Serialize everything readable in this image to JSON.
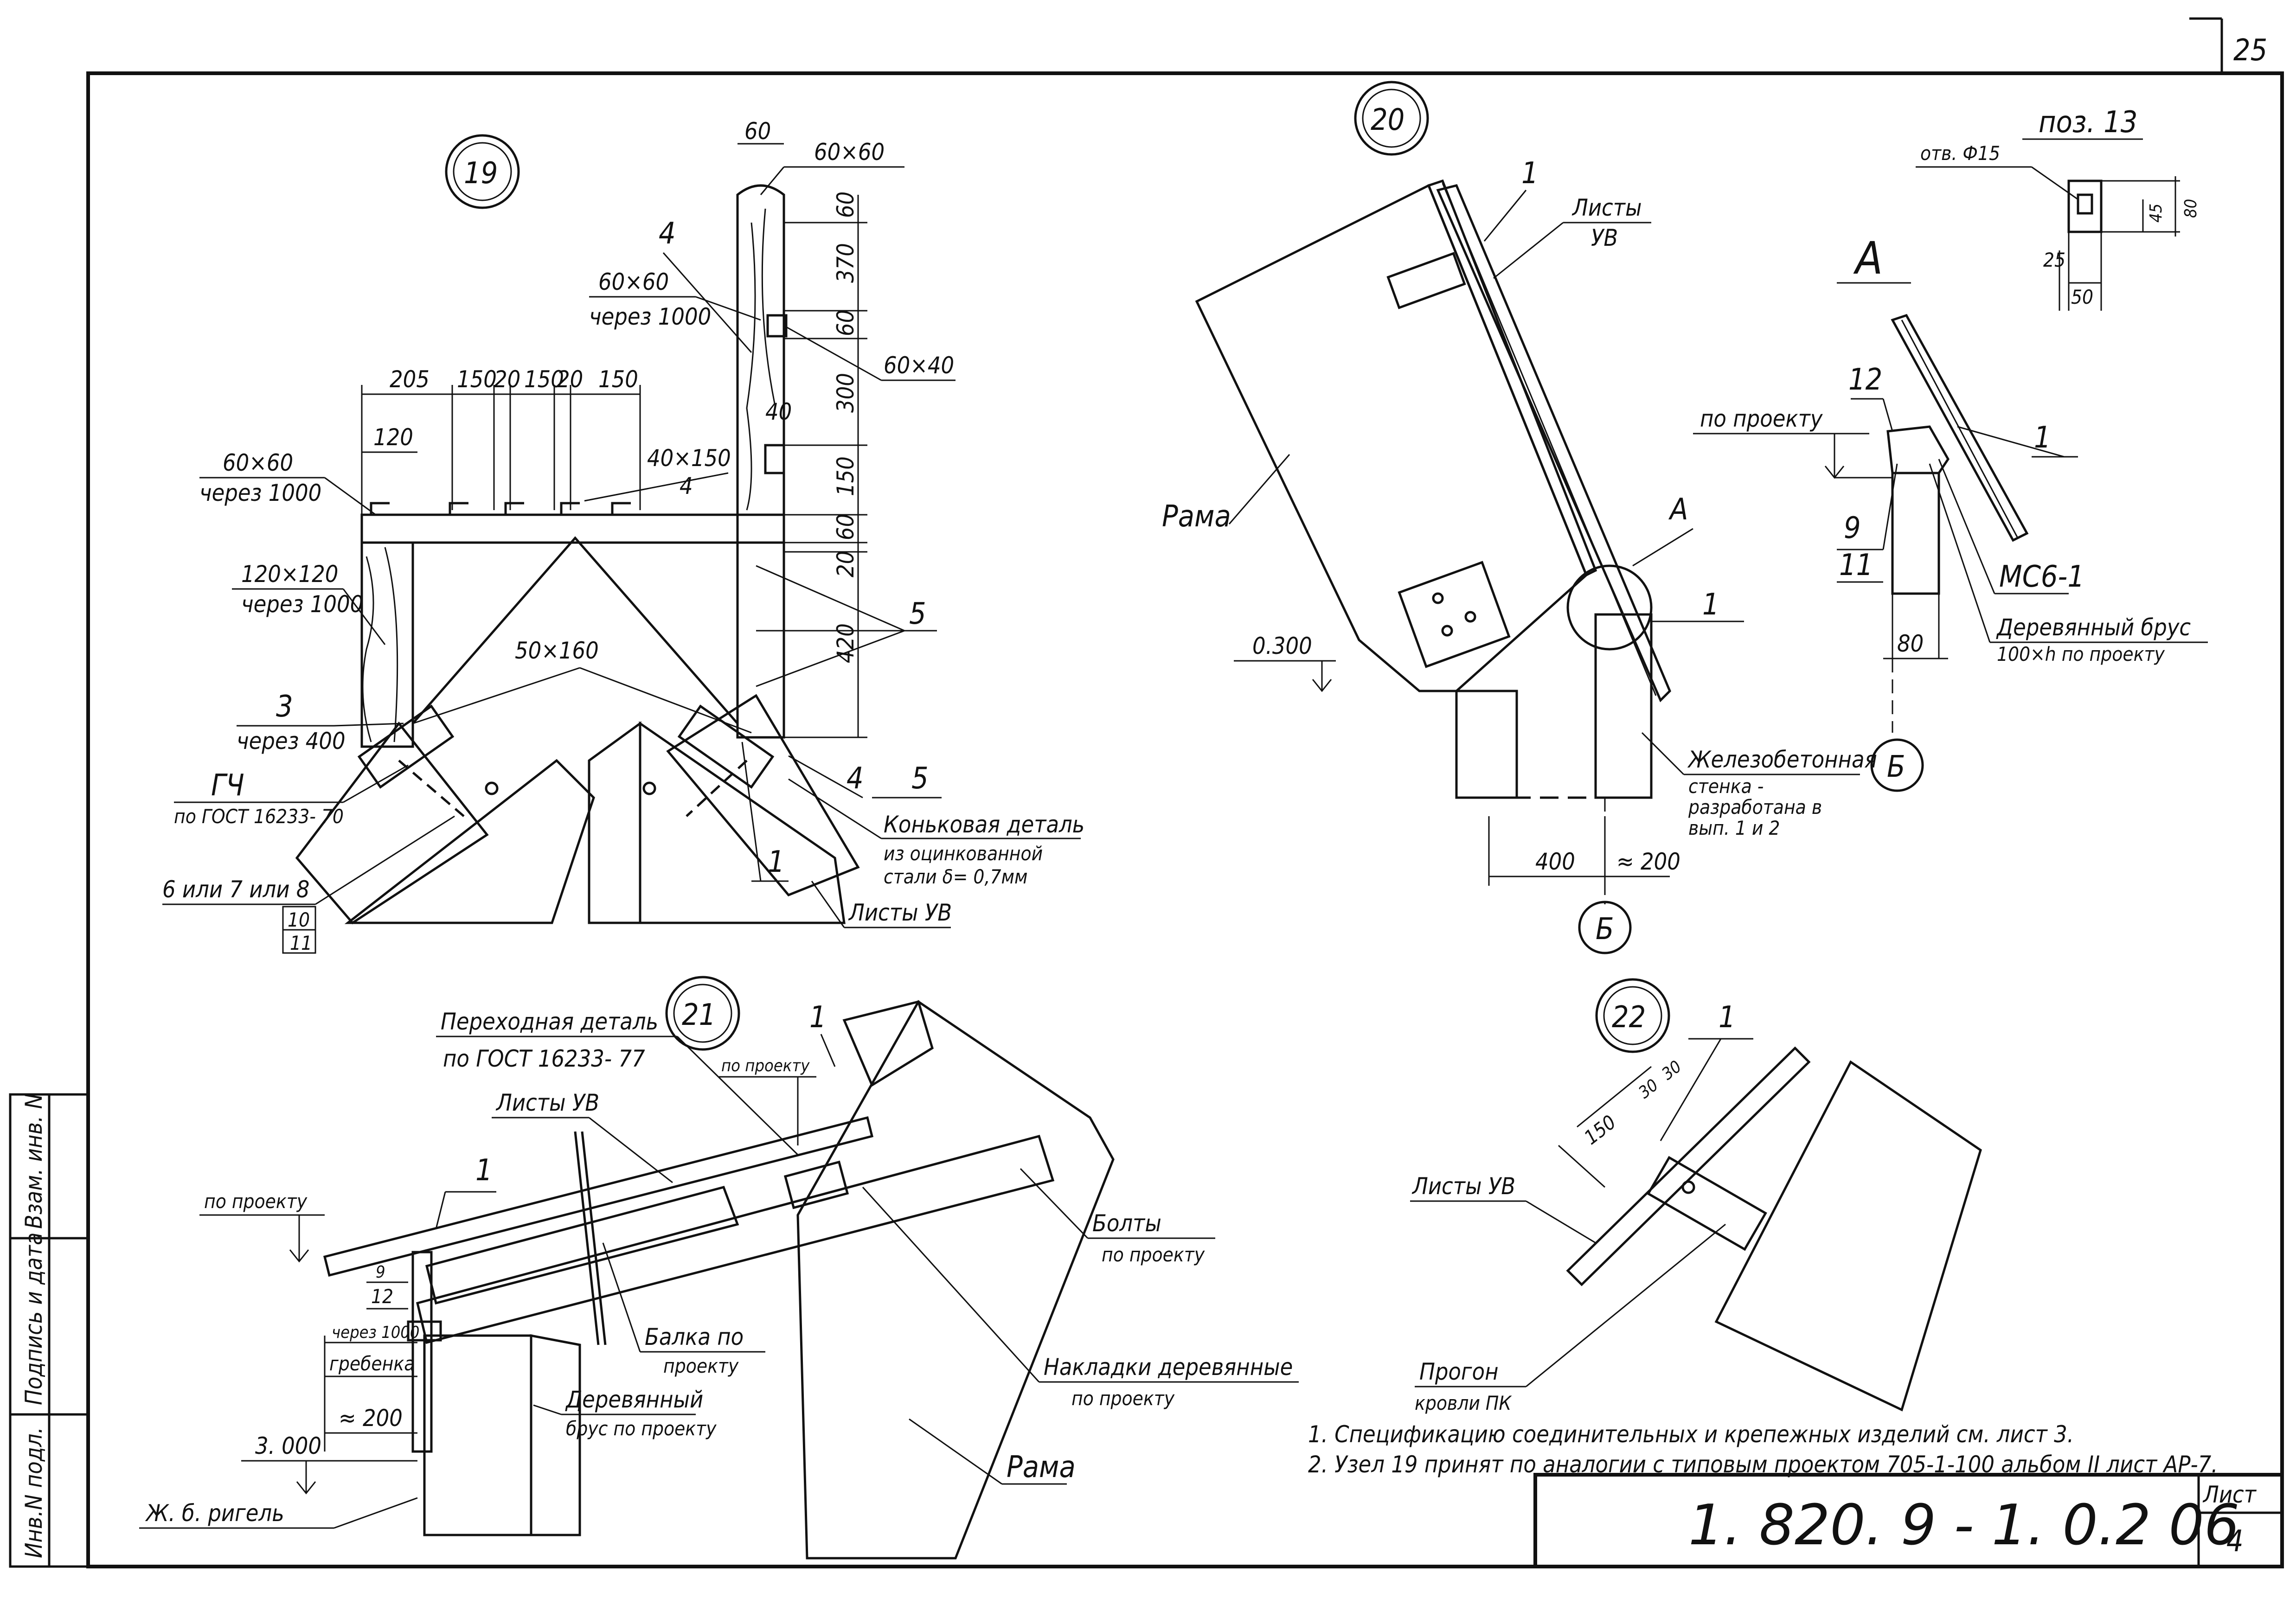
{
  "sheet": {
    "page_number": "25",
    "designation": "1. 820. 9 -   1. 0.2  06",
    "list_label": "Лист",
    "list_number": "4",
    "side_stamp": [
      "Инв.N подл.",
      "Подпись и дата",
      "Взам. инв. N"
    ]
  },
  "node19": {
    "id": "19",
    "dims_top": [
      "205",
      "150",
      "20",
      "150",
      "20",
      "150"
    ],
    "dim_120": "120",
    "dims_right": [
      "60",
      "370",
      "60",
      "300",
      "150",
      "60",
      "20",
      "420"
    ],
    "dim_60_top": "60",
    "lbl_60x60": "60×60",
    "lbl_4": "4",
    "lbl_60x60_1000": "60×60",
    "lbl_through_1000": "через 1000",
    "lbl_60x40": "60×40",
    "lbl_40": "40",
    "lbl_60x60_left": "60×60",
    "lbl_through_1000_left": "через 1000",
    "lbl_40x150": "40×150",
    "lbl_4b": "4",
    "lbl_120x120": "120×120",
    "lbl_through_1000_b": "через 1000",
    "lbl_50x160": "50×160",
    "lbl_5": "5",
    "lbl_3": "3",
    "lbl_through_400": "через 400",
    "lbl_gch": "ГЧ",
    "lbl_gost_16233_70": "по ГОСТ 16233- 70",
    "lbl_6or7": "6 или 7 или 8",
    "lbl_10": "10",
    "lbl_11": "11",
    "lbl_1": "1",
    "lbl_4c": "4",
    "lbl_5b": "5",
    "lbl_ridge_1": "Коньковая деталь",
    "lbl_ridge_2": "из оцинкованной",
    "lbl_ridge_3": "стали   δ= 0,7мм",
    "lbl_sheets_uv": "Листы УВ"
  },
  "node20": {
    "id": "20",
    "lbl_1": "1",
    "lbl_sheets_1": "Листы",
    "lbl_sheets_2": "УВ",
    "lbl_frame": "Рама",
    "lbl_a": "А",
    "lbl_1b": "1",
    "lbl_level": "0.300",
    "lbl_wall_1": "Железобетонная",
    "lbl_wall_2": "стенка -",
    "lbl_wall_3": "разработана в",
    "lbl_wall_4": "вып. 1 и 2",
    "lbl_400": "400",
    "lbl_200": "≈ 200",
    "lbl_b": "Б"
  },
  "detailA": {
    "title": "А",
    "pos13_title": "поз. 13",
    "lbl_hole": "отв. Ф15",
    "lbl_80": "80",
    "lbl_45": "45",
    "lbl_25": "25",
    "lbl_50": "50",
    "lbl_12": "12",
    "lbl_by_project": "по проекту",
    "lbl_1": "1",
    "lbl_9": "9",
    "lbl_11": "11",
    "lbl_msb": "МС6-1",
    "lbl_beam_1": "Деревянный брус",
    "lbl_beam_2": "100×h  по проекту",
    "lbl_80b": "80",
    "lbl_b": "Б"
  },
  "node21": {
    "id": "21",
    "lbl_trans_1": "Переходная деталь",
    "lbl_trans_2": "по ГОСТ 16233- 77",
    "lbl_by_project_small": "по проекту",
    "lbl_1": "1",
    "lbl_sheets_uv": "Листы УВ",
    "lbl_by_project": "по проекту",
    "lbl_1b": "1",
    "lbl_9": "9",
    "lbl_12": "12",
    "lbl_through_1000": "через 1000",
    "lbl_comb": "гребенка",
    "lbl_200": "≈ 200",
    "lbl_level": "3. 000",
    "lbl_crossbar": "Ж. б.  ригель",
    "lbl_beam_1": "Балка по",
    "lbl_beam_2": "проекту",
    "lbl_wood_1": "Деревянный",
    "lbl_wood_2": "брус  по проекту",
    "lbl_bolts_1": "Болты",
    "lbl_bolts_2": "по проекту",
    "lbl_pads_1": "Накладки деревянные",
    "lbl_pads_2": "по   проекту",
    "lbl_frame": "Рама"
  },
  "node22": {
    "id": "22",
    "lbl_1": "1",
    "lbl_150": "150",
    "lbl_30a": "30",
    "lbl_30b": "30",
    "lbl_sheets_uv": "Листы УВ",
    "lbl_purlin_1": "Прогон",
    "lbl_purlin_2": "кровли ПК"
  },
  "notes": [
    "1. Спецификацию соединительных и крепежных изделий  см. лист 3.",
    "2. Узел 19 принят по аналогии с типовым проектом 705-1-100 альбом II лист АР-7."
  ]
}
